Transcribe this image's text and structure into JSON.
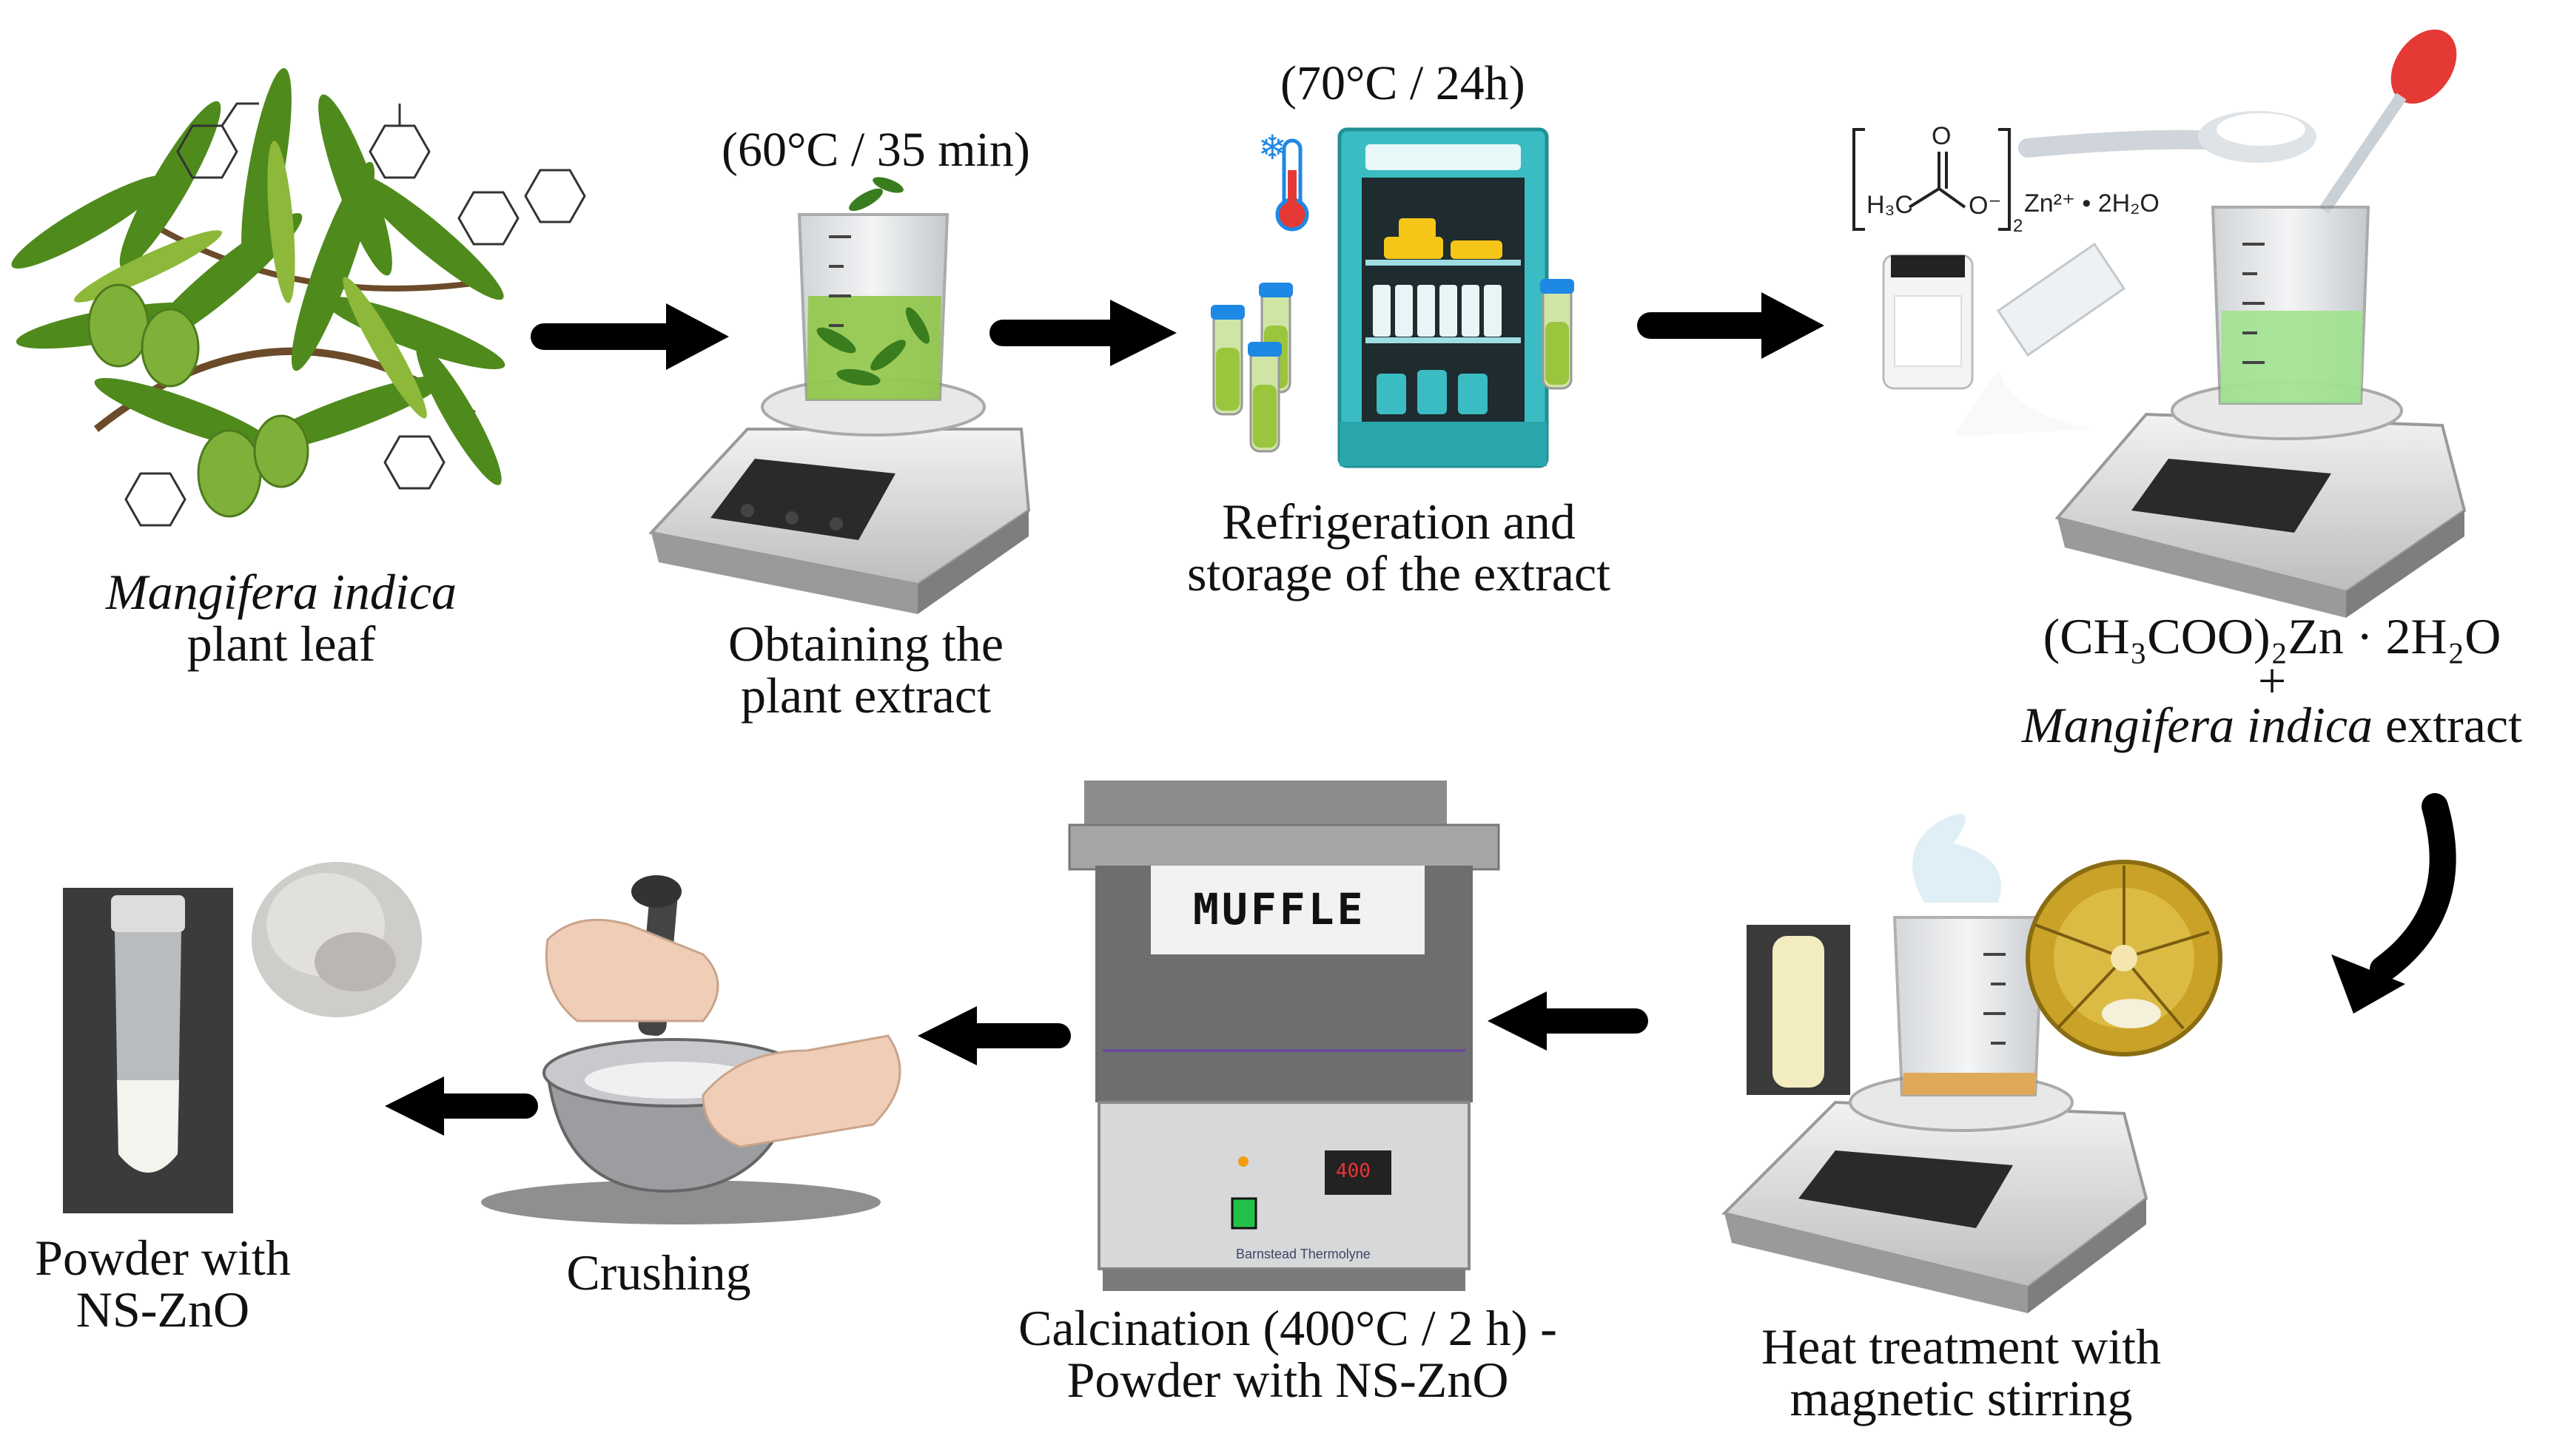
{
  "steps": {
    "leaf": {
      "label_line1": "Mangifera indica",
      "label_line2": "plant leaf"
    },
    "extract": {
      "condition": "(60°C / 35 min)",
      "label_line1": "Obtaining the",
      "label_line2": "plant extract"
    },
    "storage": {
      "condition": "(70°C / 24h)",
      "label_line1": "Refrigeration and",
      "label_line2": "storage of the extract"
    },
    "mix": {
      "label_line1": "(CH₃COO)₂Zn · 2H₂O",
      "plus": "+",
      "label_line3_italic": "Mangifera indica",
      "label_line3_rest": " extract"
    },
    "heat": {
      "label_line1": "Heat treatment with",
      "label_line2": "magnetic stirring"
    },
    "calcination": {
      "label_line1": "Calcination (400°C / 2 h) -",
      "label_line2": "Powder with NS-ZnO",
      "furnace_label": "MUFFLE",
      "display": "400",
      "brand": "Barnstead Thermolyne"
    },
    "crushing": {
      "label": "Crushing"
    },
    "powder": {
      "label_line1": "Powder with",
      "label_line2": "NS-ZnO"
    }
  },
  "chemistry": {
    "acetate_left": "H₃C",
    "acetate_right": "O⁻",
    "acetate_o": "O",
    "subscript": "2",
    "zinc": "Zn²⁺ • 2H₂O"
  },
  "colors": {
    "arrow": "#000000",
    "leaf_green": "#4f8a1c",
    "extract_green": "#8cc63f",
    "fridge_teal": "#3bbcc2",
    "muffle_grey": "#6d6e70",
    "stirrer_grey": "#d9d9d9",
    "crystal_gold": "#c9a227"
  }
}
